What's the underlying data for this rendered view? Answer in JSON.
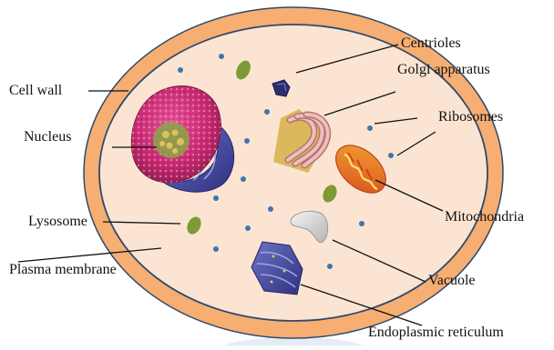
{
  "colors": {
    "wall": "#f7ae72",
    "cytoplasm": "#fbe4d2",
    "outline": "#2e4a6b",
    "ribosome": "#3f74b3",
    "lysosome": "#7d9a36",
    "nucleus": "#d7347e",
    "er": "#4a4fa2",
    "golgi": "#d7a5a0",
    "mitochondria": "#e8762c",
    "vacuole": "#d4d4d4",
    "centriole": "#2b2f6e",
    "leader": "#111111"
  },
  "icons": {
    "nucleus": "nucleus-icon",
    "golgi": "golgi-icon",
    "mitochondria": "mitochondria-icon",
    "er": "endoplasmic-reticulum-icon",
    "vacuole": "vacuole-icon",
    "centrioles": "centrioles-icon",
    "lysosome": "lysosome-icon",
    "ribosome": "ribosome-dot-icon"
  },
  "labels": {
    "cell_wall": "Cell wall",
    "nucleus": "Nucleus",
    "lysosome": "Lysosome",
    "plasma_membrane": "Plasma membrane",
    "centrioles": "Centrioles",
    "golgi": "Golgi apparatus",
    "ribosomes": "Ribosomes",
    "mitochondria": "Mitochondria",
    "vacuole": "Vacuole",
    "er": "Endoplasmic reticulum"
  }
}
